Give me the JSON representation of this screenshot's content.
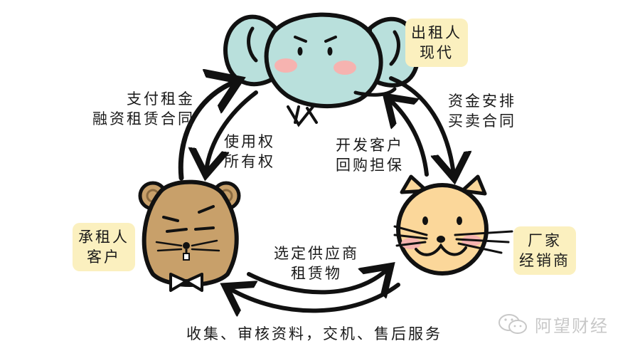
{
  "diagram": {
    "type": "financial-leasing-relationship-cycle",
    "colors": {
      "elephant": "#b9e0dc",
      "hamster": "#c8a06a",
      "cat": "#fbd79a",
      "blush": "#f6b3b0",
      "tag_bg": "#fbf0bf",
      "outline": "#111111"
    },
    "nodes": {
      "lessor": {
        "icon": "elephant-icon",
        "lines": [
          "出租人",
          "现代"
        ]
      },
      "lessee": {
        "icon": "hamster-icon",
        "lines": [
          "承租人",
          "客户"
        ]
      },
      "dealer": {
        "icon": "cat-icon",
        "lines": [
          "厂家",
          "经销商"
        ]
      }
    },
    "edges": {
      "lessee_to_lessor": {
        "lines": [
          "支付租金",
          "融资租赁合同"
        ]
      },
      "lessor_to_lessee": {
        "lines": [
          "使用权",
          "所有权"
        ]
      },
      "dealer_to_lessor": {
        "lines": [
          "开发客户",
          "回购担保"
        ]
      },
      "lessor_to_dealer": {
        "lines": [
          "资金安排",
          "买卖合同"
        ]
      },
      "lessee_to_dealer": {
        "lines": [
          "选定供应商",
          "租赁物"
        ]
      },
      "dealer_to_lessee": {
        "lines": [
          "收集、审核资料，交机、售后服务"
        ]
      }
    }
  },
  "watermark": {
    "icon": "wechat-icon",
    "text": "阿望财经"
  }
}
